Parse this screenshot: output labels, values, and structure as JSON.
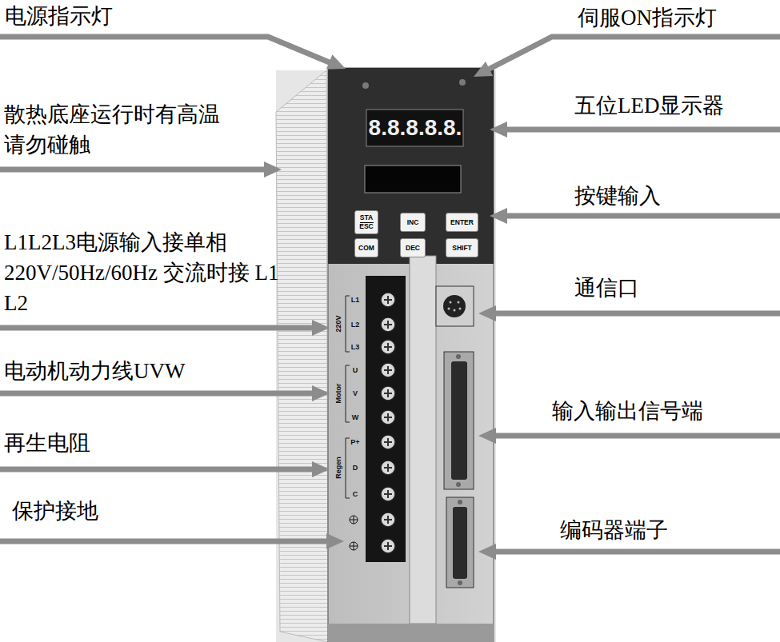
{
  "diagram": {
    "nodes": [
      {
        "text": [
          "STA ESC"
        ]
      },
      {
        "text": [
          "INC"
        ]
      },
      {
        "text": [
          "ENTER"
        ]
      },
      {
        "text": [
          "COM"
        ]
      },
      {
        "text": [
          "DEC"
        ]
      },
      {
        "text": [
          "SHIFT"
        ]
      }
    ],
    "labels": [
      "电源指示灯",
      "伺服ON指示灯",
      "散热底座运行时有高温 请勿碰触",
      "五位LED显示器",
      "8.8.8.8.8.",
      "按键输入",
      "L1L2L3电源输入接单相 220V/50Hz/60Hz 交流时接 L1 L2",
      "通信口",
      "电动机动力线UVW",
      "输入输出信号端",
      "再生电阻",
      "保护接地",
      "编码器端子",
      "L1",
      "L2",
      "L3",
      "220V",
      "U",
      "V",
      "W",
      "Motor",
      "P+",
      "D",
      "C",
      "Regen"
    ]
  }
}
